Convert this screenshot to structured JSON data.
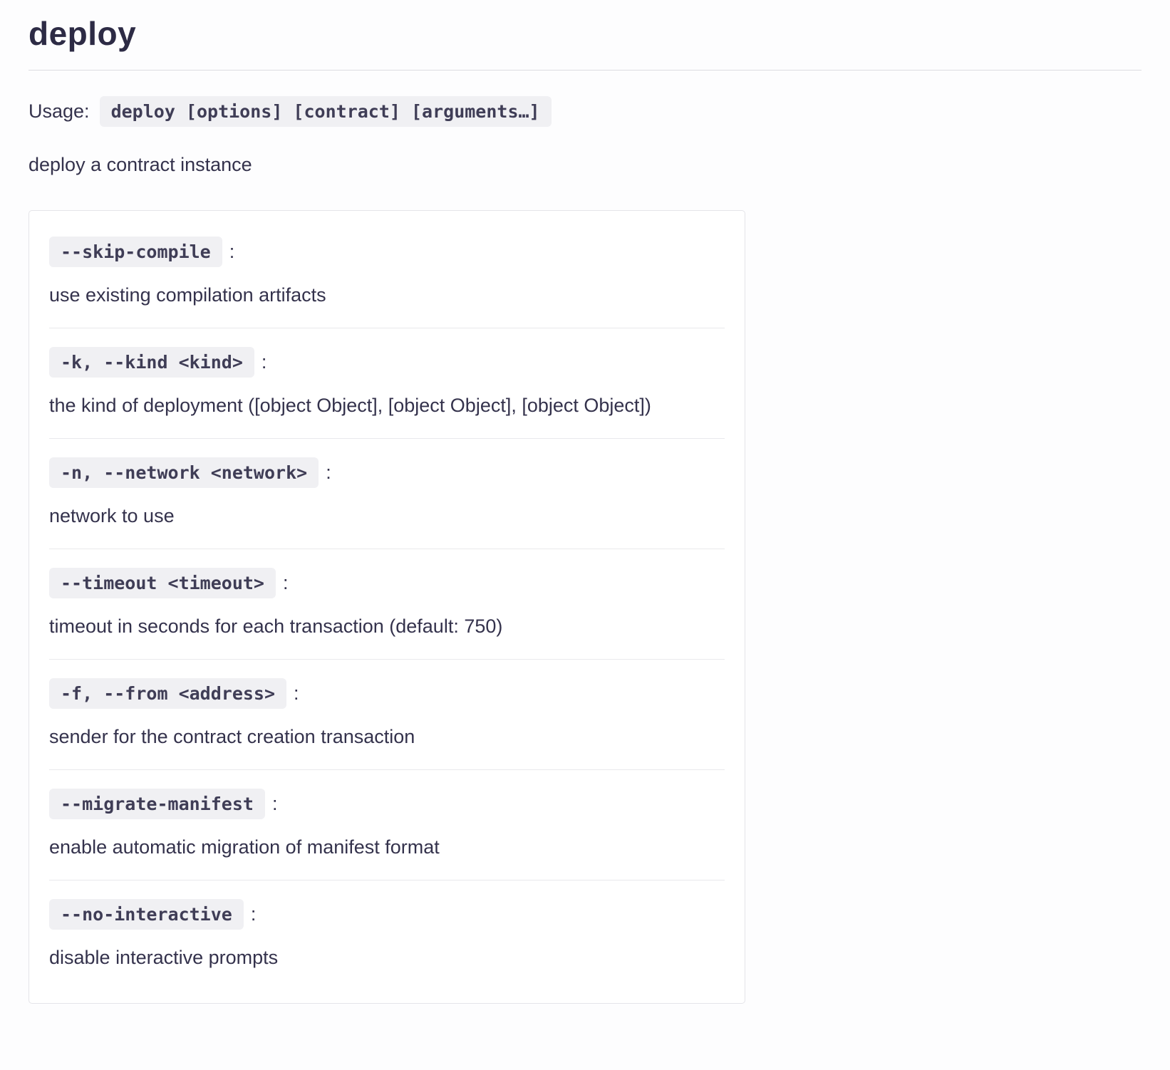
{
  "page": {
    "title": "deploy",
    "description": "deploy a contract instance"
  },
  "usage": {
    "label": "Usage:",
    "command": "deploy [options] [contract] [arguments…]"
  },
  "card": {
    "colon": ":",
    "options": [
      {
        "flag": "--skip-compile",
        "description": "use existing compilation artifacts"
      },
      {
        "flag": "-k, --kind <kind>",
        "description": "the kind of deployment ([object Object], [object Object], [object Object])"
      },
      {
        "flag": "-n, --network <network>",
        "description": "network to use"
      },
      {
        "flag": "--timeout <timeout>",
        "description": "timeout in seconds for each transaction (default: 750)"
      },
      {
        "flag": "-f, --from <address>",
        "description": "sender for the contract creation transaction"
      },
      {
        "flag": "--migrate-manifest",
        "description": "enable automatic migration of manifest format"
      },
      {
        "flag": "--no-interactive",
        "description": "disable interactive prompts"
      }
    ]
  },
  "colors": {
    "text": "#34324c",
    "chip_background": "#f0f0f3",
    "card_border": "#e4e4e9"
  }
}
